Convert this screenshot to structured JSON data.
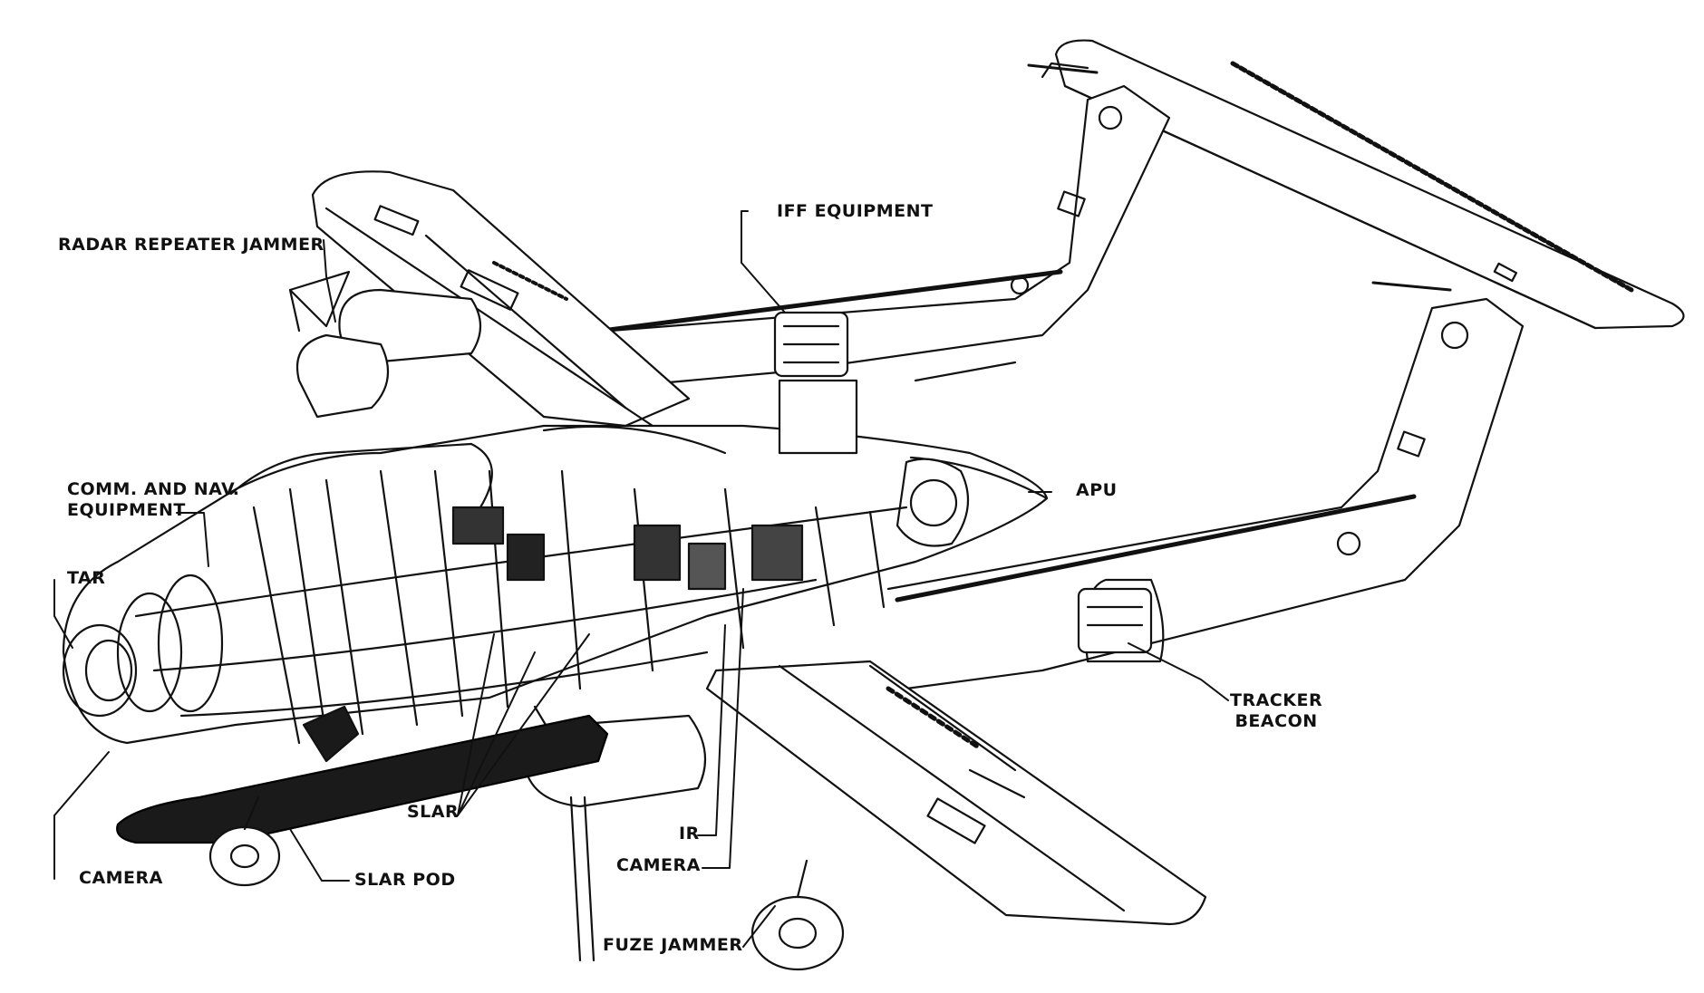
{
  "labels": {
    "radar_repeater_jammer": "RADAR REPEATER JAMMER",
    "iff_equipment": "IFF EQUIPMENT",
    "comm_nav_line1": "COMM. AND NAV.",
    "comm_nav_line2": "EQUIPMENT",
    "tar": "TAR",
    "apu": "APU",
    "tracker_beacon_line1": "TRACKER",
    "tracker_beacon_line2": "BEACON",
    "slar": "SLAR",
    "ir": "IR",
    "camera_center": "CAMERA",
    "camera_left": "CAMERA",
    "slar_pod": "SLAR POD",
    "fuze_jammer": "FUZE JAMMER"
  },
  "colors": {
    "ink": "#111111",
    "paper": "#ffffff",
    "pod": "#1a1a1a"
  }
}
